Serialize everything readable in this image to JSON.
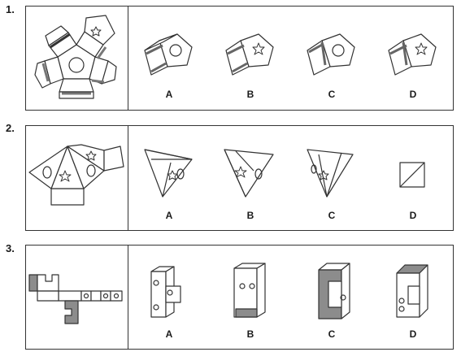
{
  "questions": [
    {
      "number": "1.",
      "options": [
        "A",
        "B",
        "C",
        "D"
      ]
    },
    {
      "number": "2.",
      "options": [
        "A",
        "B",
        "C",
        "D"
      ]
    },
    {
      "number": "3.",
      "options": [
        "A",
        "B",
        "C",
        "D"
      ]
    }
  ],
  "colors": {
    "line": "#333333",
    "shade": "#8c8c8c",
    "light": "#d0d0d0"
  }
}
